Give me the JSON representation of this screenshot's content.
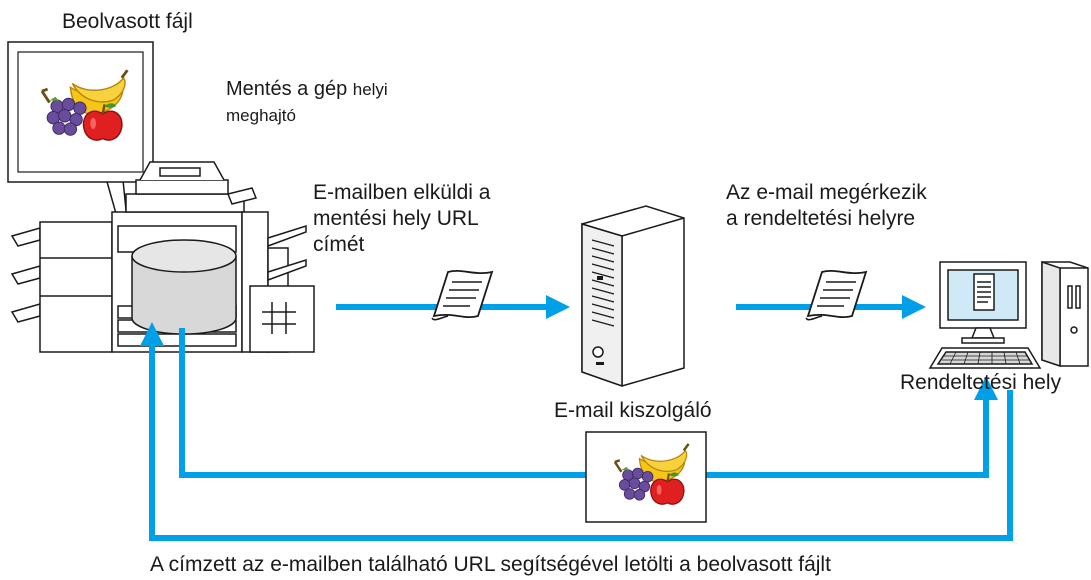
{
  "labels": {
    "scanned_file": "Beolvasott fájl",
    "save_local_main": "Mentés a gép ",
    "save_local_small": "helyi\nmeghajtó",
    "email_sends_url": "E-mailben elküldi a\nmentési hely URL\ncímét",
    "email_arrives": "Az e-mail megérkezik\na rendeltetési helyre",
    "email_server": "E-mail kiszolgáló",
    "destination": "Rendeltetési hely",
    "recipient_downloads": "A címzett az e-mailben található URL segítségével letölti a beolvasott fájlt"
  },
  "icons": {
    "scanned_image": "fruit-picture-icon",
    "mfp": "printer-mfp-icon",
    "storage": "disk-storage-icon",
    "document": "document-icon",
    "server": "server-tower-icon",
    "computer": "desktop-computer-icon"
  },
  "colors": {
    "flow_arrow": "#00a0e9",
    "line": "#1a1a1a"
  }
}
